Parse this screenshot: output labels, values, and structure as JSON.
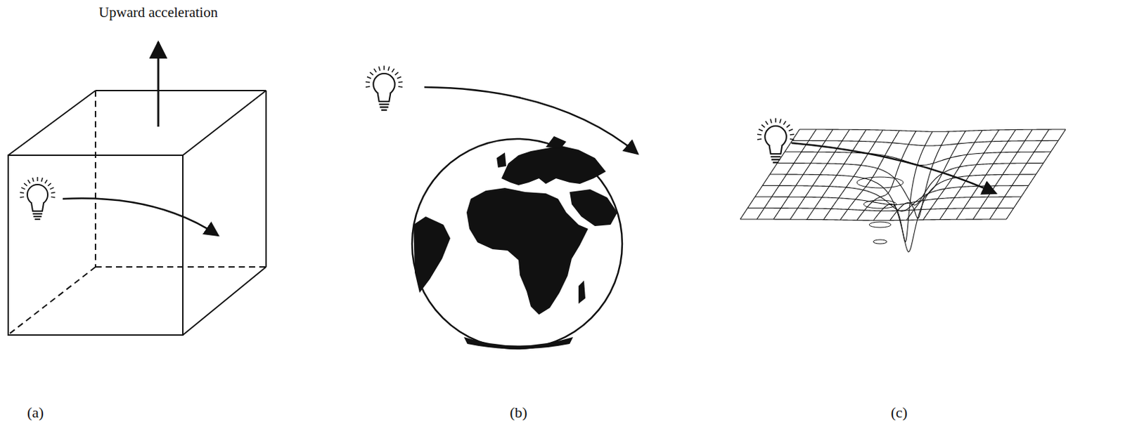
{
  "diagram": {
    "labels": [
      "Upward acceleration",
      "(a)",
      "(b)",
      "(c)"
    ]
  }
}
